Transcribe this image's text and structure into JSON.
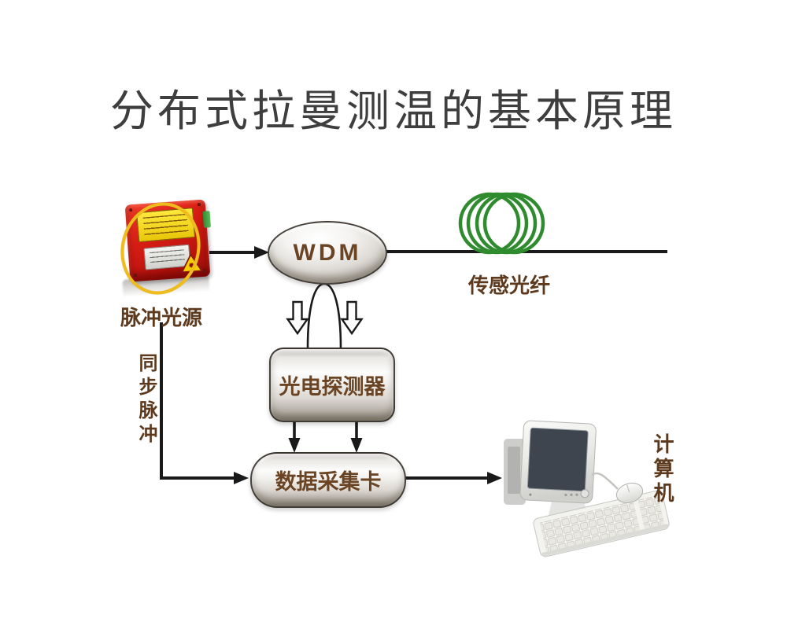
{
  "title": "分布式拉曼测温的基本原理",
  "nodes": {
    "pulse_source": "脉冲光源",
    "wdm": "WDM",
    "sensing_fiber": "传感光纤",
    "photodetector": "光电探测器",
    "daq_card": "数据采集卡",
    "sync_pulse": "同步脉冲",
    "computer": "计算机"
  },
  "colors": {
    "title_text": "#3e3e3e",
    "label_brown": "#5d3a1d",
    "node_text_brown": "#6b4423",
    "fiber_green": "#2e8b2e",
    "laser_red": "#cf1710",
    "fiber_loop_yellow": "#eebc1c",
    "line_black": "#1a1a1a"
  }
}
